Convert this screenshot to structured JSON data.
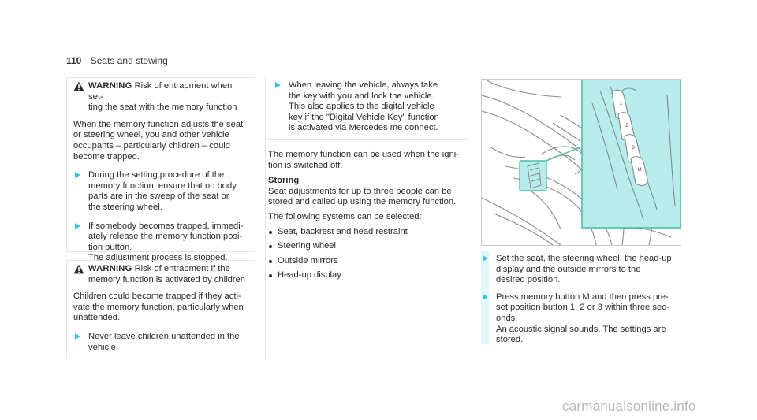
{
  "header": {
    "page_number": "110",
    "title": "Seats and stowing"
  },
  "warning1": {
    "label": "WARNING",
    "title_text": " Risk of entrapment when set-\nting the seat with the memory function",
    "body": "When the memory function adjusts the seat\nor steering wheel, you and other vehicle\noccupants – particularly children – could\nbecome trapped.",
    "steps": [
      "During the setting procedure of the\nmemory function, ensure that no body\nparts are in the sweep of the seat or\nthe steering wheel.",
      "If somebody becomes trapped, immedi-\nately release the memory function posi-\ntion button.\nThe adjustment process is stopped."
    ]
  },
  "warning2": {
    "label": "WARNING",
    "title_text": " Risk of entrapment if the\nmemory function is activated by children",
    "body": "Children could become trapped if they acti-\nvate the memory function, particularly when\nunattended.",
    "steps": [
      "Never leave children unattended in the\nvehicle."
    ]
  },
  "note": {
    "text": "When leaving the vehicle, always take\nthe key with you and lock the vehicle.\nThis also applies to the digital vehicle\nkey if the \"Digital Vehicle Key\" function\nis activated via Mercedes me connect."
  },
  "col2": {
    "intro": "The memory function can be used when the igni-\ntion is switched off.",
    "heading": "Storing",
    "heading_text": "Seat adjustments for up to three people can be\nstored and called up using the memory function.",
    "systems_intro": "The following systems can be selected:",
    "systems": [
      "Seat, backrest and head restraint",
      "Steering wheel",
      "Outside mirrors",
      "Head-up display"
    ]
  },
  "figure": {
    "buttons": [
      "1",
      "2",
      "3",
      "M"
    ],
    "accent": "#b8ecec",
    "outline": "#49bfa2"
  },
  "col3": {
    "steps": [
      "Set the seat, the steering wheel, the head-up\ndisplay and the outside mirrors to the\ndesired position.",
      "Press memory button M and then press pre-\nset position button 1, 2 or 3 within three sec-\nonds.\nAn acoustic signal sounds. The settings are\nstored."
    ]
  },
  "watermark": "carmanualsonline.info"
}
